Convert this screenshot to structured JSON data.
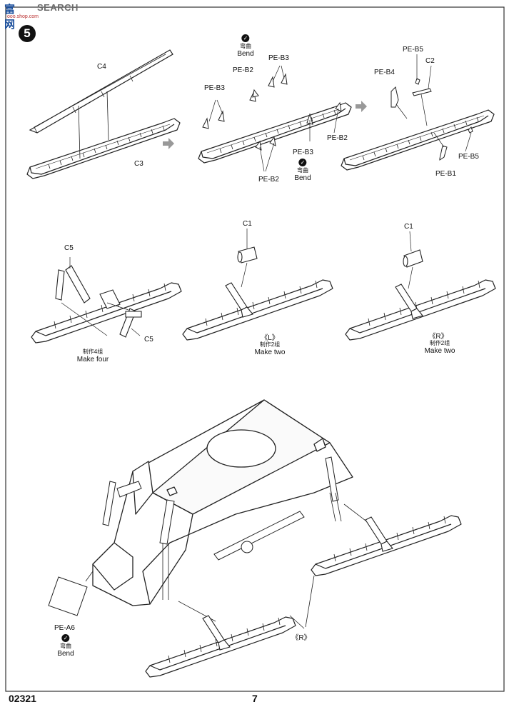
{
  "watermark": {
    "logo_text": "SEARCH",
    "site": "ooo.shop.com"
  },
  "step_number": "5",
  "panels": {
    "top_1": {
      "part_a": "C4",
      "part_b": "C3"
    },
    "top_2": {
      "bend_zh": "弯曲",
      "bend_en": "Bend",
      "pe_b3_a": "PE-B3",
      "pe_b3_b": "PE-B3",
      "pe_b3_c": "PE-B3",
      "pe_b2_a": "PE-B2",
      "pe_b2_b": "PE-B2",
      "pe_b2_c": "PE-B2"
    },
    "top_3": {
      "pe_b5_a": "PE-B5",
      "pe_b4": "PE-B4",
      "c2": "C2",
      "pe_b5_b": "PE-B5",
      "pe_b1": "PE-B1"
    },
    "mid_1": {
      "part_a": "C5",
      "part_b": "C5",
      "note_zh": "制作4组",
      "note_en": "Make four"
    },
    "mid_2": {
      "part": "C1",
      "side": "《L》",
      "note_zh": "制作2组",
      "note_en": "Make two"
    },
    "mid_3": {
      "part": "C1",
      "side": "《R》",
      "note_zh": "制作2组",
      "note_en": "Make two"
    },
    "bottom": {
      "pe_part": "PE-A6",
      "bend_zh": "弯曲",
      "bend_en": "Bend",
      "side": "《R》"
    }
  },
  "footer": {
    "code": "02321",
    "page": "7"
  }
}
